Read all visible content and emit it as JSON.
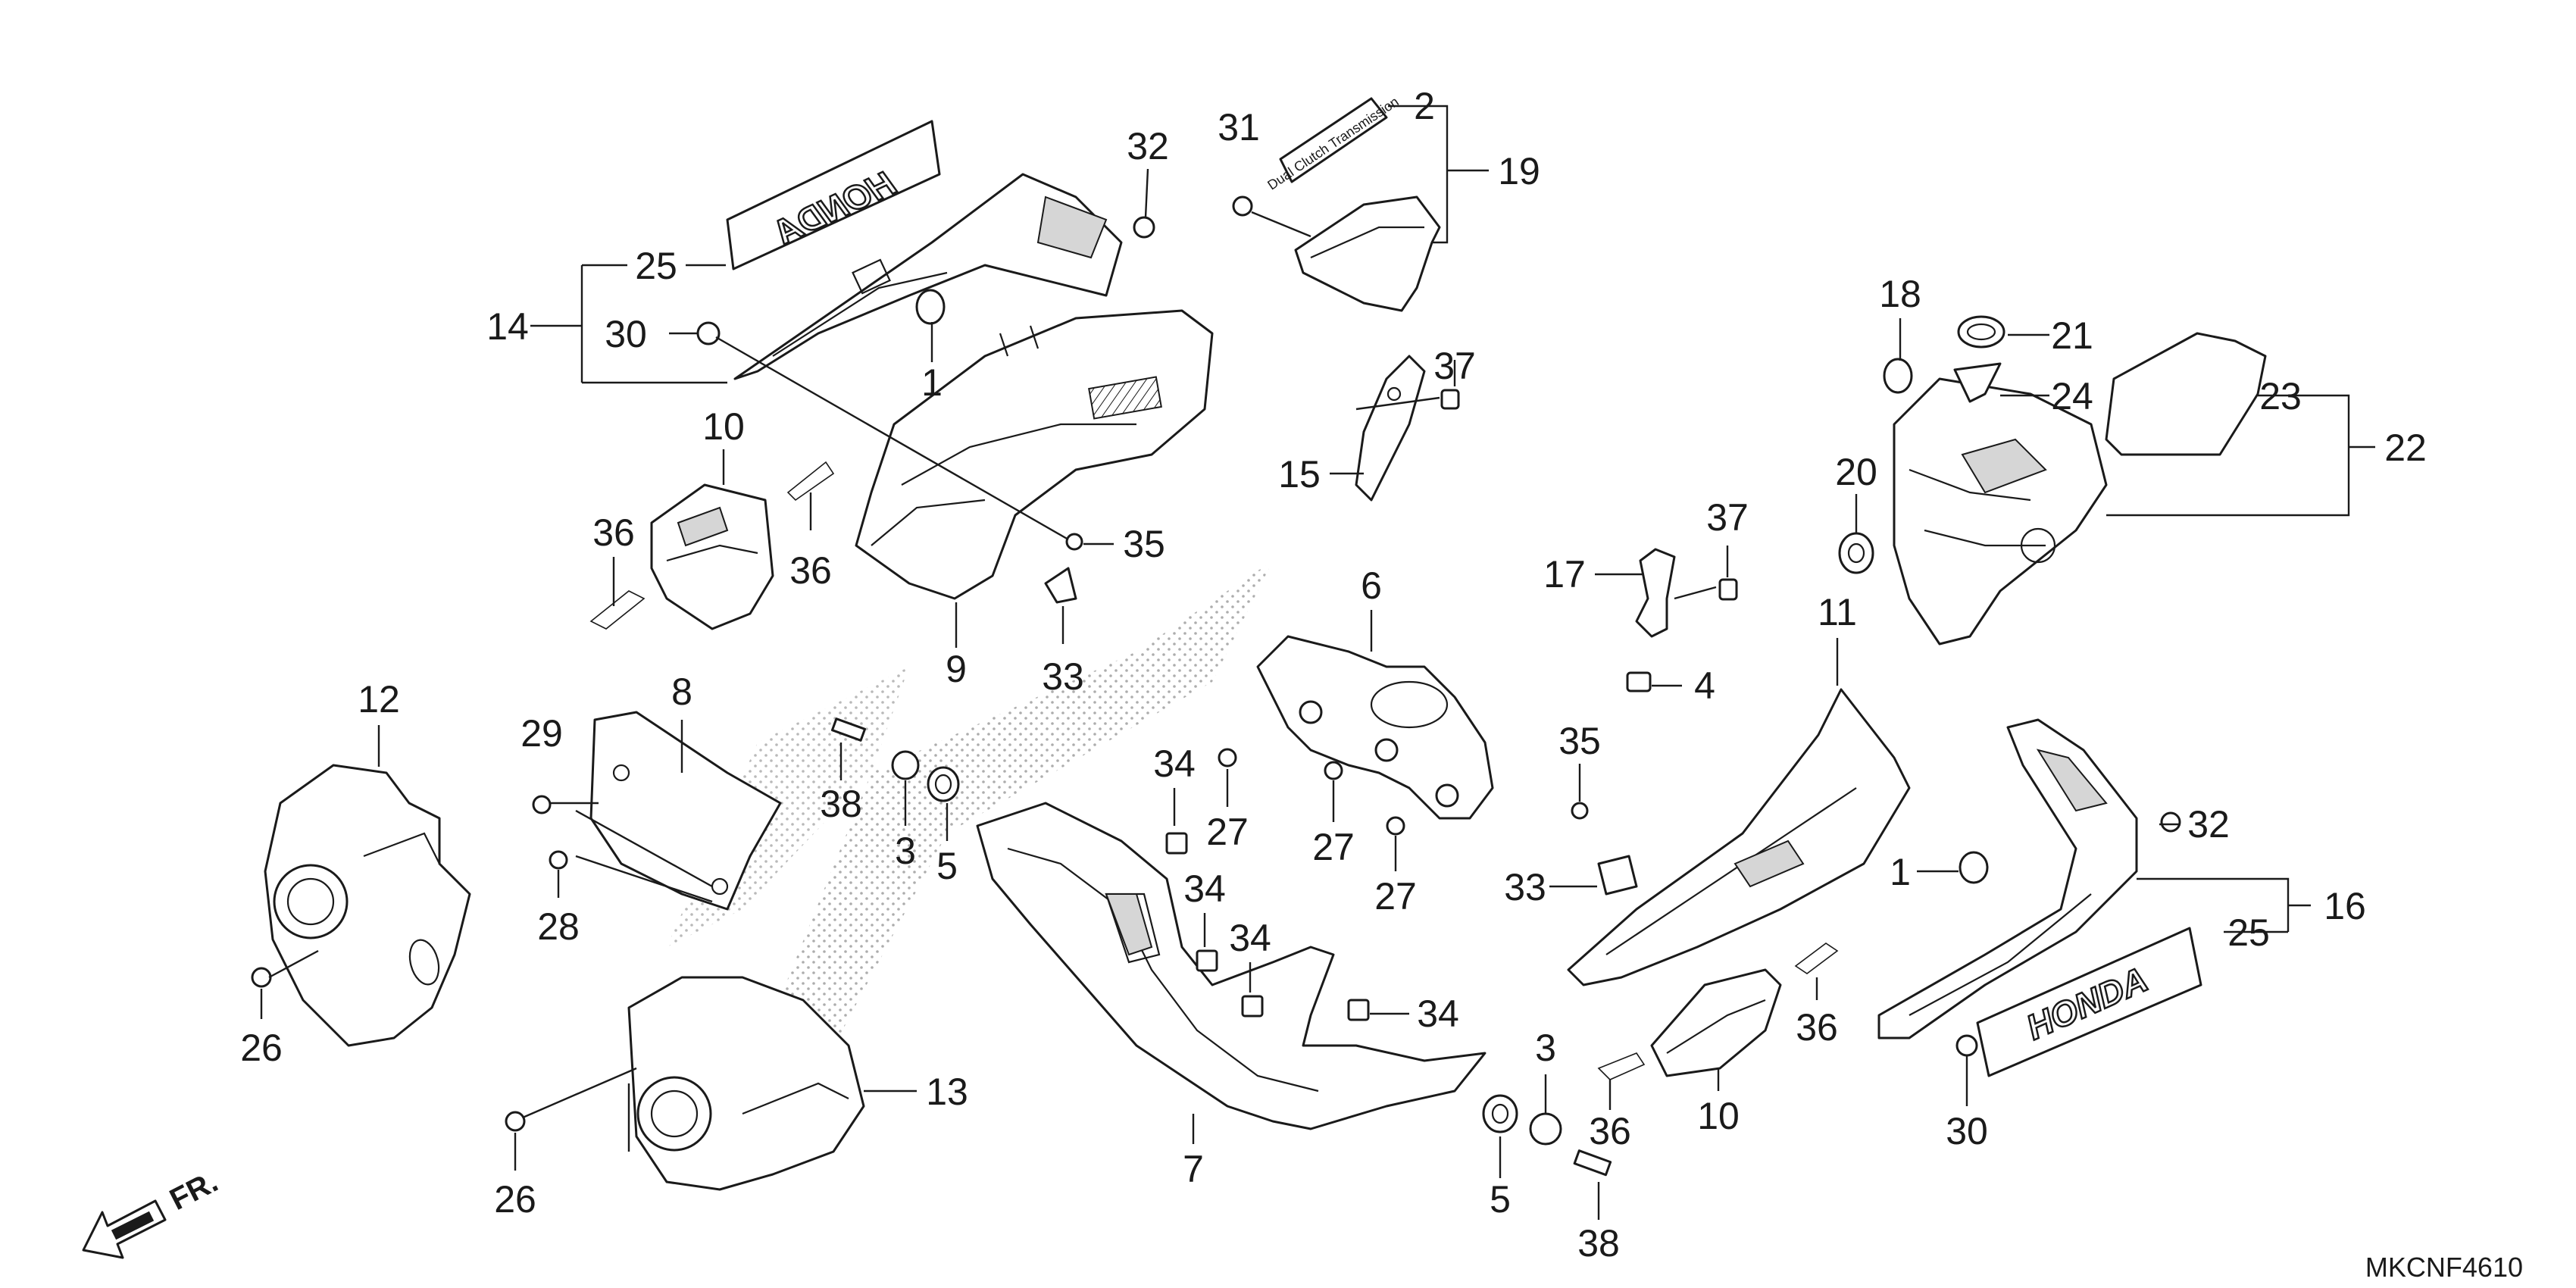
{
  "diagram": {
    "code": "MKCNF4610",
    "direction_label": "FR.",
    "brand_text": "HONDA",
    "emblem_text": "Dual Clutch Transmission",
    "callouts": [
      "1",
      "1",
      "2",
      "3",
      "3",
      "4",
      "5",
      "5",
      "6",
      "7",
      "8",
      "9",
      "10",
      "10",
      "11",
      "12",
      "13",
      "14",
      "15",
      "16",
      "17",
      "18",
      "19",
      "20",
      "21",
      "22",
      "23",
      "24",
      "25",
      "25",
      "26",
      "26",
      "27",
      "27",
      "27",
      "28",
      "29",
      "30",
      "30",
      "31",
      "32",
      "32",
      "33",
      "33",
      "34",
      "34",
      "34",
      "34",
      "35",
      "35",
      "36",
      "36",
      "36",
      "36",
      "37",
      "37",
      "38",
      "38"
    ]
  }
}
